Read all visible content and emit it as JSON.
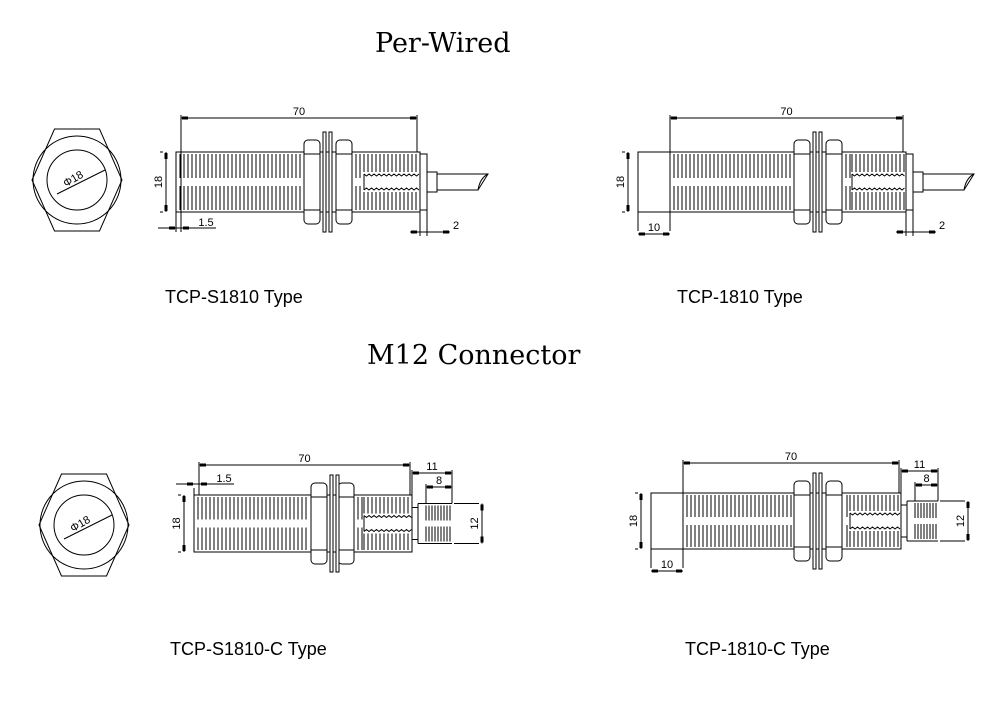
{
  "sections": {
    "prewired_title": "Per-Wired",
    "connector_title": "M12 Connector"
  },
  "drawings": [
    {
      "type_label": "TCP-S1810 Type",
      "dims": {
        "length": "70",
        "diameter": "18",
        "thread_dia": "Φ18",
        "edge": "1.5",
        "cap": "2"
      }
    },
    {
      "type_label": "TCP-1810 Type",
      "dims": {
        "length": "70",
        "diameter": "18",
        "plain": "10",
        "cap": "2"
      }
    },
    {
      "type_label": "TCP-S1810-C Type",
      "dims": {
        "length": "70",
        "diameter": "18",
        "thread_dia": "Φ18",
        "edge": "1.5",
        "conn_len": "11",
        "conn_thread": "8",
        "conn_dia": "12"
      }
    },
    {
      "type_label": "TCP-1810-C Type",
      "dims": {
        "length": "70",
        "diameter": "18",
        "plain": "10",
        "conn_len": "11",
        "conn_thread": "8",
        "conn_dia": "12"
      }
    }
  ],
  "colors": {
    "line": "#000000",
    "background": "#ffffff"
  }
}
